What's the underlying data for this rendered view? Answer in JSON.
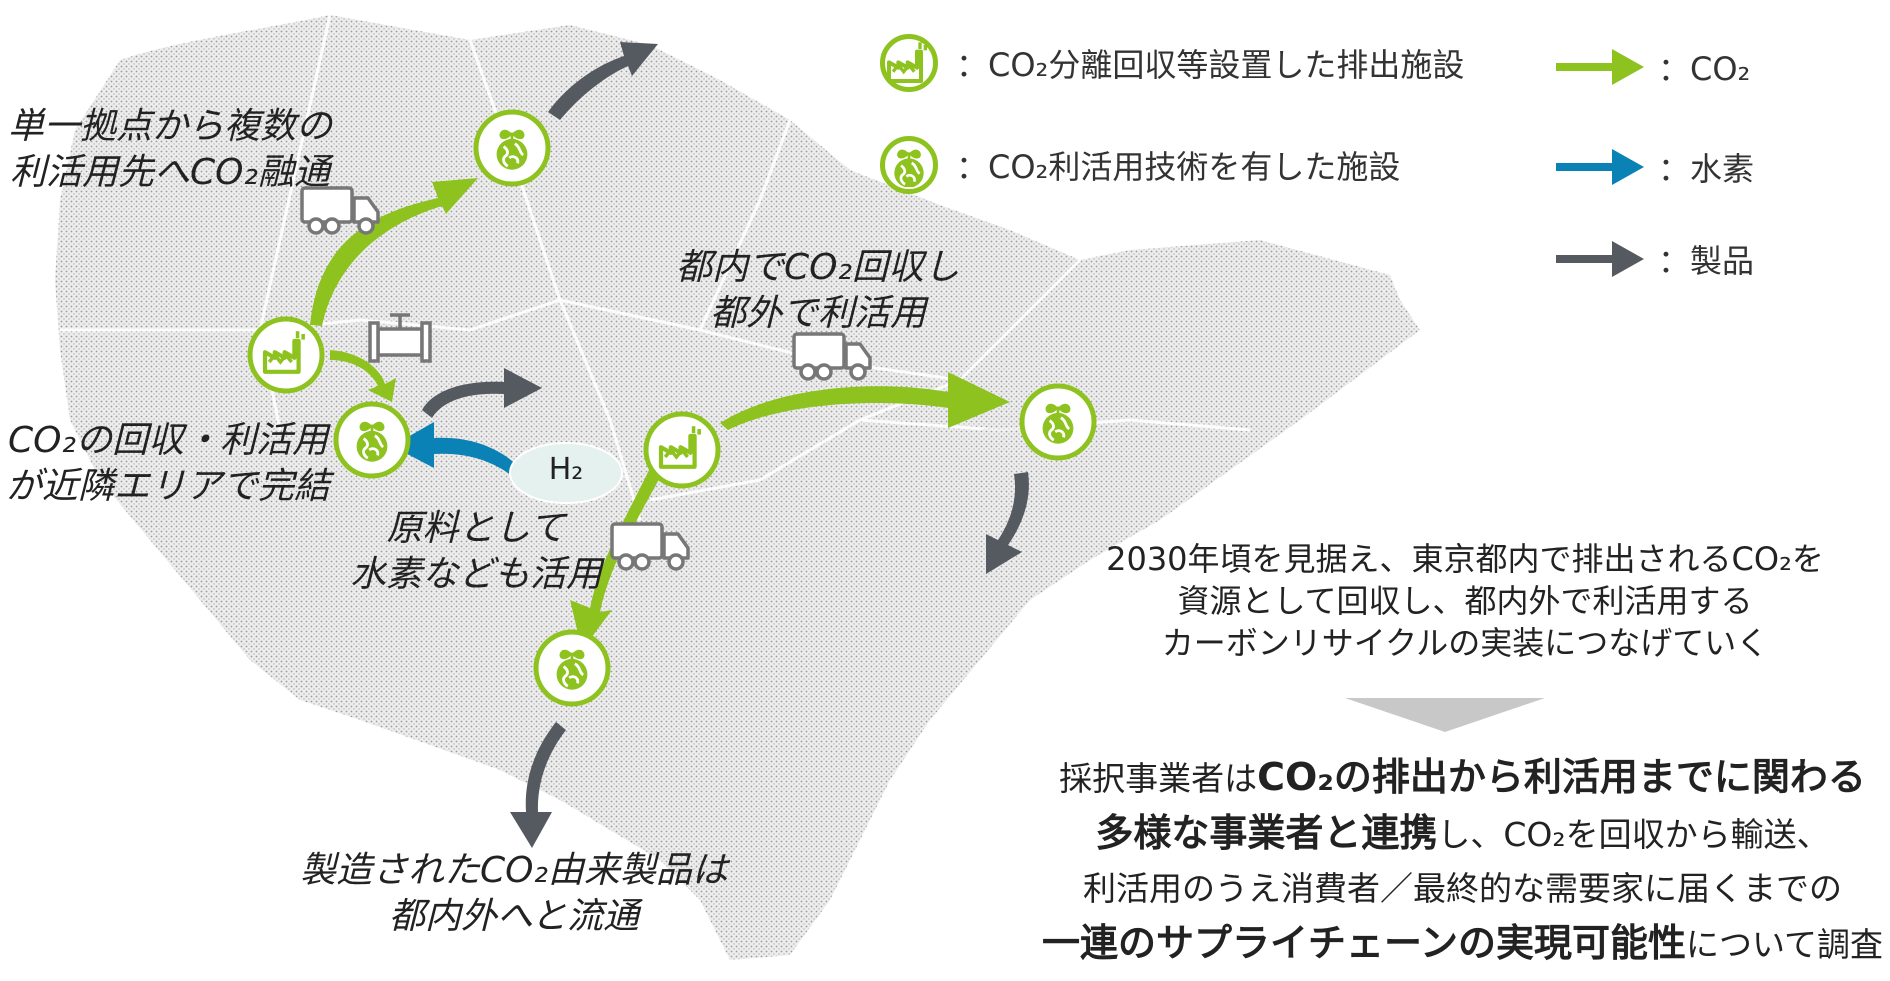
{
  "legend": {
    "emitter_label": "：CO₂分離回収等設置した排出施設",
    "user_label": "：CO₂利活用技術を有した施設",
    "co2_arrow_label": "：CO₂",
    "hydrogen_arrow_label": "：水素",
    "product_arrow_label": "：製品"
  },
  "annotations": {
    "multi_line1": "単一拠点から複数の",
    "multi_line2": "利活用先へCO₂融通",
    "local_line1": "CO₂の回収・利活用",
    "local_line2": "が近隣エリアで完結",
    "tokyo_line1": "都内でCO₂回収し",
    "tokyo_line2": "都外で利活用",
    "raw_line1": "原料として",
    "raw_line2": "水素なども活用",
    "products_line1": "製造されたCO₂由来製品は",
    "products_line2": "都内外へと流通"
  },
  "h2_label": "H₂",
  "summary": {
    "line1": "2030年頃を見据え、東京都内で排出されるCO₂を",
    "line2": "資源として回収し、都内外で利活用する",
    "line3": "カーボンリサイクルの実装につなげていく"
  },
  "conclusion": {
    "l1_prefix": "採択事業者は",
    "l1_bold": "CO₂の排出から利活用までに関わる",
    "l2_bold": "多様な事業者と連携",
    "l2_rest": "し、CO₂を回収から輸送、",
    "l3": "利活用のうえ消費者／最終的な需要家に届くまでの",
    "l4_bold": "一連のサプライチェーンの実現可能性",
    "l4_rest": "について調査"
  },
  "colors": {
    "co2": "#8dc21f",
    "hydrogen": "#0a82b5",
    "product": "#555a60",
    "facility_border": "#8dc21f",
    "map": "#d9d9d9",
    "summary_triangle": "#c8c8c8"
  },
  "icons": {
    "emitter": "factory-icon",
    "user": "earth-sprout-icon",
    "truck": "truck-icon",
    "pipeline": "pipeline-valve-icon"
  }
}
